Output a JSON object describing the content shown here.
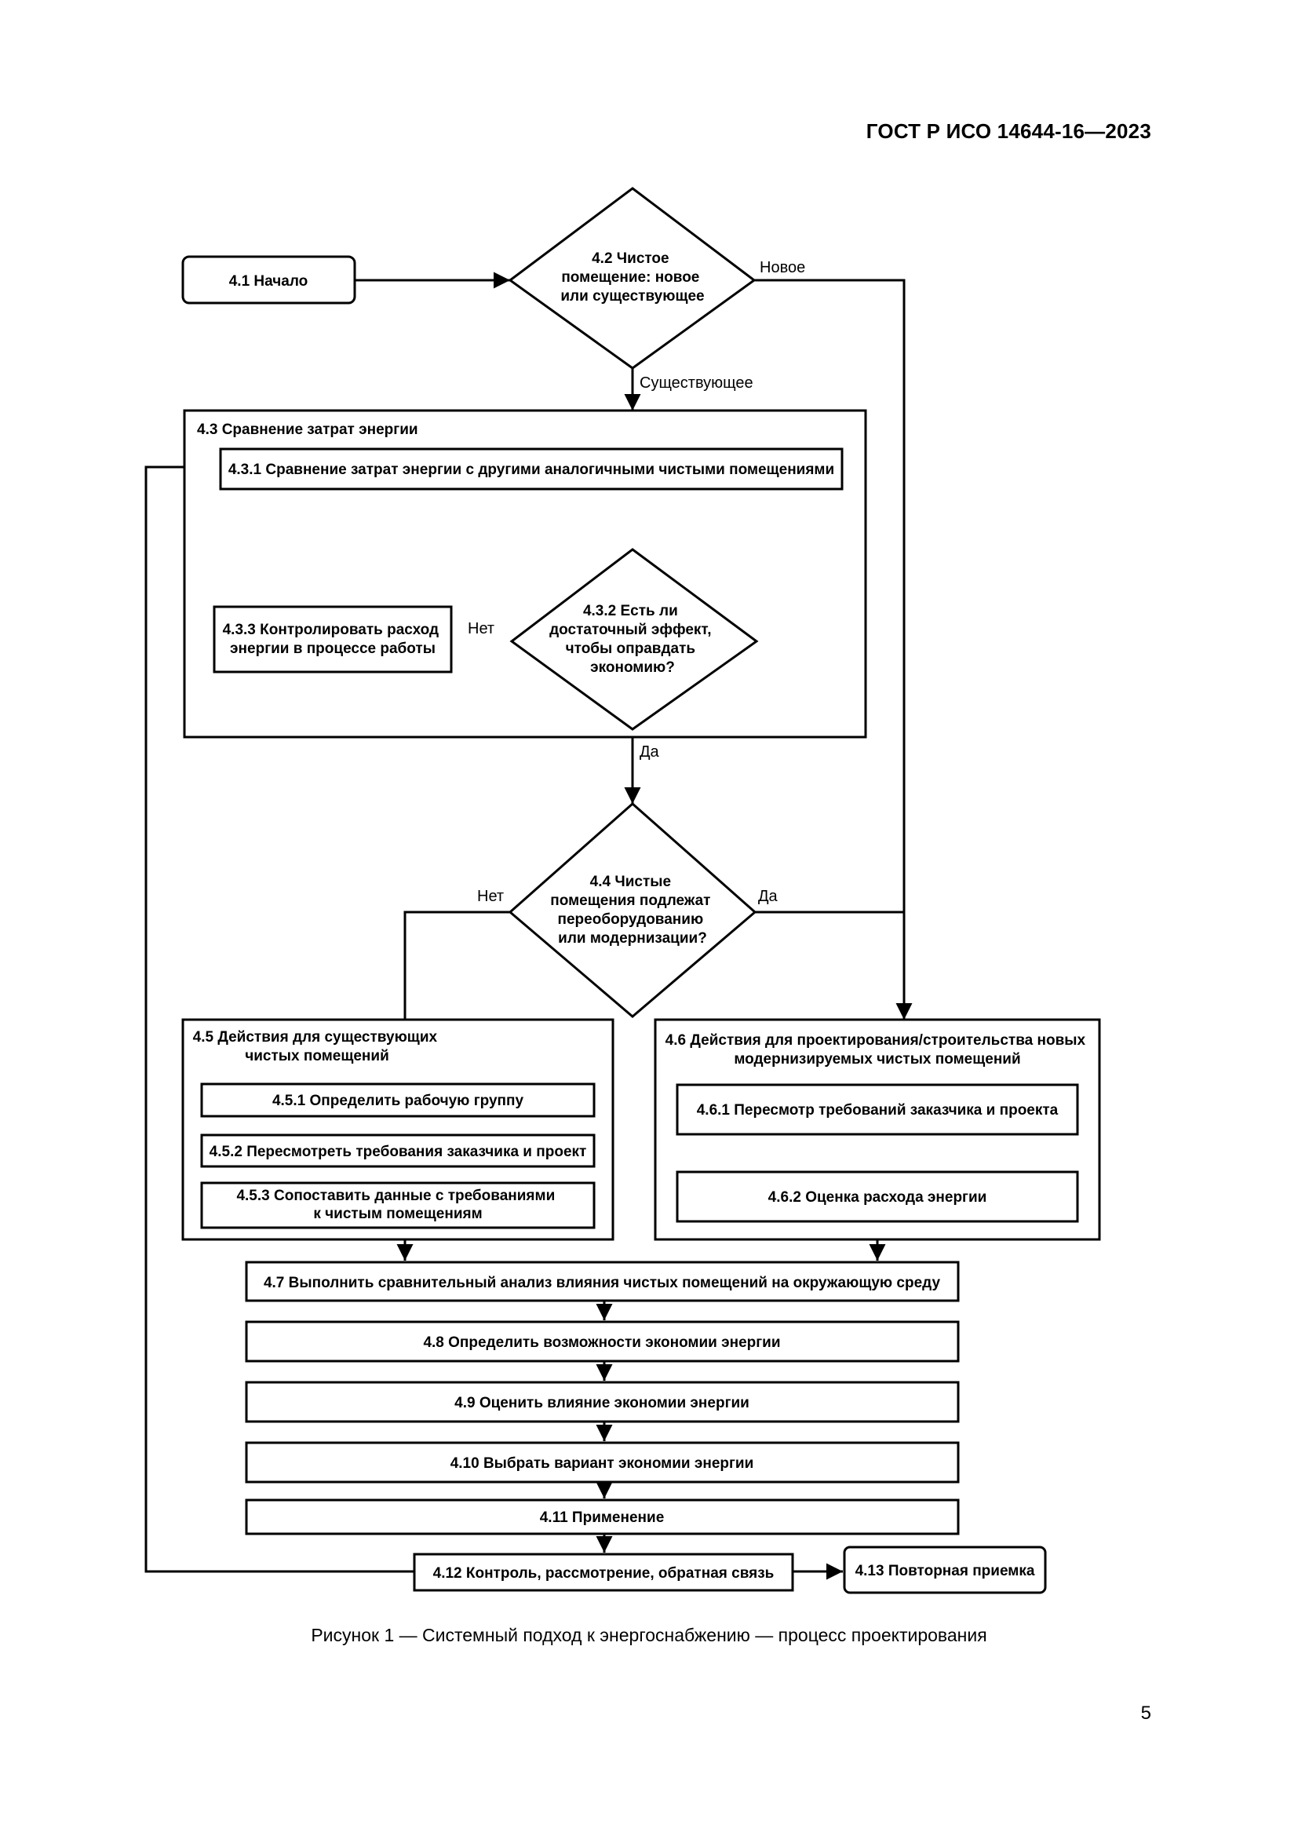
{
  "header": {
    "doc_id": "ГОСТ Р ИСО 14644-16—2023"
  },
  "nodes": {
    "n4_1": "4.1 Начало",
    "n4_2": [
      "4.2 Чистое",
      "помещение: новое",
      "или существующее"
    ],
    "n4_3": "4.3 Сравнение затрат энергии",
    "n4_3_1": "4.3.1 Сравнение затрат энергии с другими аналогичными чистыми помещениями",
    "n4_3_2": [
      "4.3.2 Есть ли",
      "достаточный эффект,",
      "чтобы оправдать",
      "экономию?"
    ],
    "n4_3_3": [
      "4.3.3 Контролировать расход",
      "энергии в процессе работы"
    ],
    "n4_4": [
      "4.4 Чистые",
      "помещения подлежат",
      "переоборудованию",
      "или модернизации?"
    ],
    "n4_5": [
      "4.5 Действия для существующих",
      "чистых помещений"
    ],
    "n4_5_1": "4.5.1 Определить рабочую группу",
    "n4_5_2": "4.5.2 Пересмотреть требования заказчика и проект",
    "n4_5_3": [
      "4.5.3 Сопоставить данные с требованиями",
      "к чистым помещениям"
    ],
    "n4_6": [
      "4.6 Действия для проектирования/строительства новых",
      "модернизируемых чистых помещений"
    ],
    "n4_6_1": "4.6.1 Пересмотр требований заказчика и проекта",
    "n4_6_2": "4.6.2 Оценка расхода энергии",
    "n4_7": "4.7 Выполнить сравнительный анализ влияния чистых помещений на окружающую среду",
    "n4_8": "4.8 Определить возможности экономии энергии",
    "n4_9": "4.9 Оценить влияние экономии энергии",
    "n4_10": "4.10 Выбрать вариант экономии энергии",
    "n4_11": "4.11 Применение",
    "n4_12": "4.12 Контроль, рассмотрение, обратная связь",
    "n4_13": "4.13 Повторная приемка"
  },
  "edge_labels": {
    "new": "Новое",
    "existing": "Существующее",
    "no_4_3_2": "Нет",
    "yes_4_3_2": "Да",
    "no_4_4": "Нет",
    "yes_4_4": "Да"
  },
  "caption": "Рисунок 1 — Системный подход к энергоснабжению — процесс проектирования",
  "page_number": "5"
}
